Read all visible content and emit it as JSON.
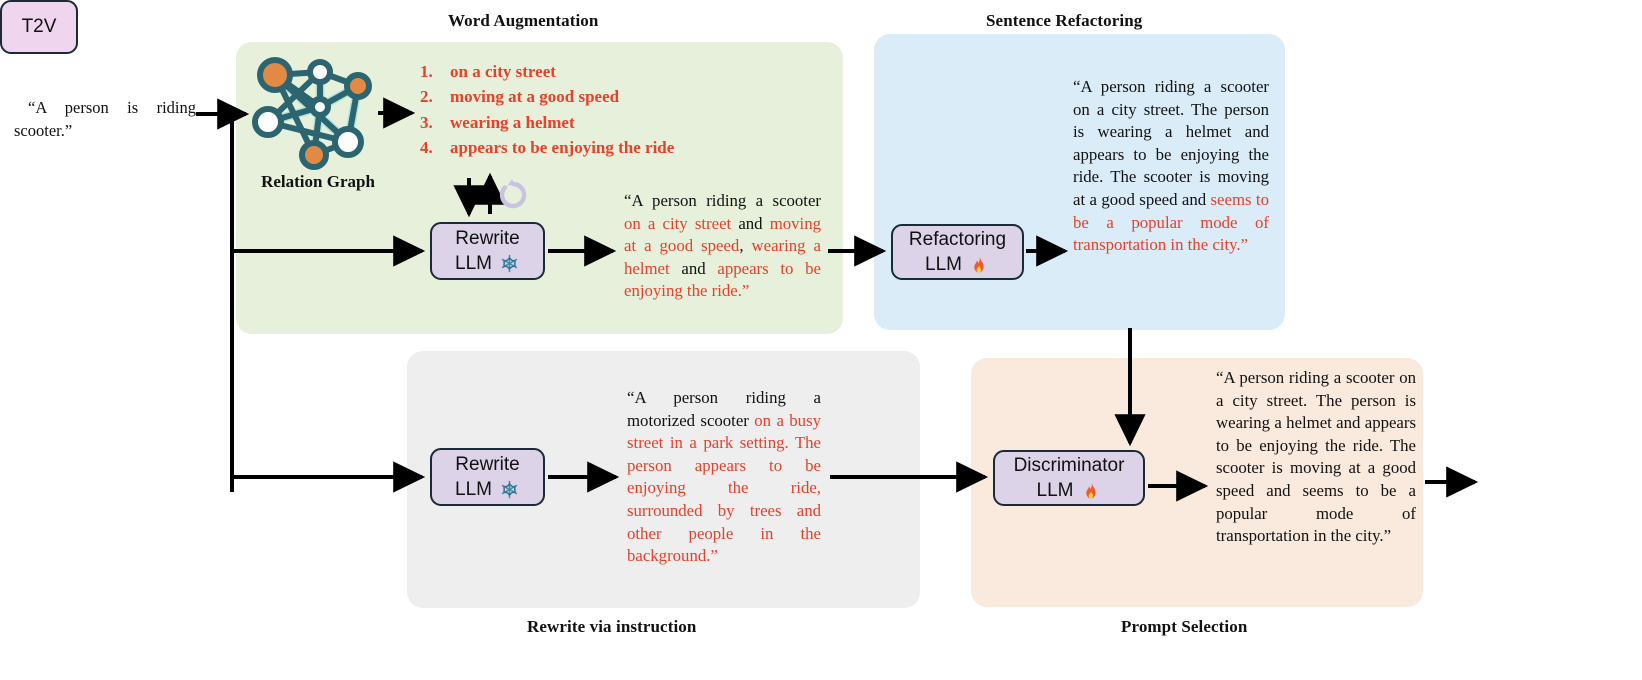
{
  "sections": {
    "word_augmentation": {
      "caption": "Word Augmentation",
      "bg": "#e7f0da",
      "graph_label": "Relation Graph",
      "augmentation_list": [
        {
          "num": "1.",
          "text": "on a city street"
        },
        {
          "num": "2.",
          "text": "moving at a good speed"
        },
        {
          "num": "3.",
          "text": "wearing a helmet"
        },
        {
          "num": "4.",
          "text": "appears to be enjoying the ride"
        }
      ],
      "output_segments": [
        {
          "text": "“A person riding a scooter ",
          "color": "black"
        },
        {
          "text": "on a city street",
          "color": "red"
        },
        {
          "text": " and ",
          "color": "black"
        },
        {
          "text": "moving at a good speed",
          "color": "red"
        },
        {
          "text": ", ",
          "color": "black"
        },
        {
          "text": "wearing a helmet",
          "color": "red"
        },
        {
          "text": " and ",
          "color": "black"
        },
        {
          "text": "appears to be enjoying the ride.”",
          "color": "red"
        }
      ]
    },
    "sentence_refactoring": {
      "caption": "Sentence Refactoring",
      "bg": "#d9ecf8",
      "output_segments": [
        {
          "text": "“A person riding a scooter on a city street. The person is wearing a helmet and appears to be enjoying the ride. The scooter is moving at a good speed and ",
          "color": "black"
        },
        {
          "text": "seems to be a popular mode of transportation in the city.”",
          "color": "red"
        }
      ]
    },
    "rewrite_via_instruction": {
      "caption": "Rewrite via instruction",
      "bg": "#eeeeee",
      "output_segments": [
        {
          "text": "“A person riding a motorized scooter ",
          "color": "black"
        },
        {
          "text": "on a busy street in a park setting. The person appears to be enjoying the ride, surrounded by trees and other people in the background.”",
          "color": "red"
        }
      ]
    },
    "prompt_selection": {
      "caption": "Prompt Selection",
      "bg": "#faeade",
      "output_segments": [
        {
          "text": "“A person riding a scooter on a city street. The person is wearing a helmet and appears to be enjoying the ride. The scooter is moving at a good speed and seems to be a popular mode of transportation in the city.”",
          "color": "black"
        }
      ]
    }
  },
  "input_prompt": "“A person is riding scooter.”",
  "boxes": {
    "rewrite_llm_1": {
      "line1": "Rewrite",
      "line2": "LLM",
      "icon": "snowflake-icon"
    },
    "refactoring_llm": {
      "line1": "Refactoring",
      "line2": "LLM",
      "icon": "flame-icon"
    },
    "rewrite_llm_2": {
      "line1": "Rewrite",
      "line2": "LLM",
      "icon": "snowflake-icon"
    },
    "discriminator_llm": {
      "line1": "Discriminator",
      "line2": "LLM",
      "icon": "flame-icon"
    },
    "t2v": {
      "label": "T2V"
    }
  },
  "colors": {
    "highlight_red": "#e8402a",
    "llm_box_fill": "#ddd3e8",
    "t2v_box_fill": "#f0d5ee",
    "box_border": "#1b2a38",
    "graph_node_teal": "#2c6470",
    "graph_node_orange": "#e08a45",
    "graph_glow": "#a8e3de"
  },
  "icons": {
    "snowflake": "❆",
    "flame": "🔥"
  }
}
